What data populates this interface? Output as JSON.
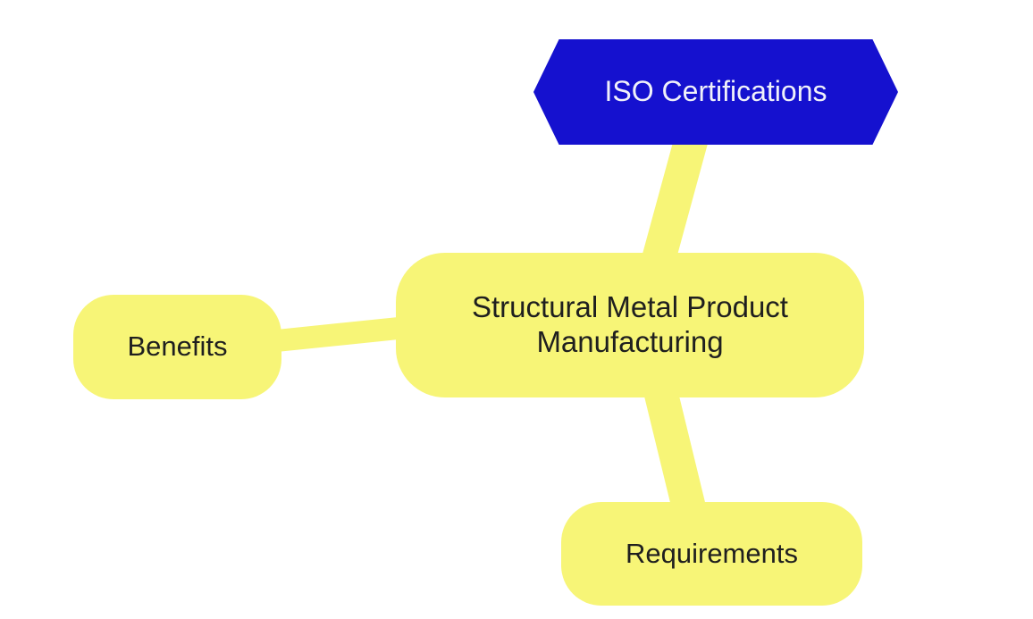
{
  "diagram": {
    "title": "Structural Metal Product Manufacturing mind map",
    "colors": {
      "background": "#ffffff",
      "node_yellow": "#f7f577",
      "connector_yellow": "#f7f577",
      "hexagon_blue": "#1511cf",
      "text_dark": "#1f1f1f",
      "text_light": "#f0f1fa"
    },
    "nodes": {
      "iso": {
        "label": "ISO Certifications",
        "shape": "hexagon"
      },
      "center": {
        "label": "Structural Metal Product Manufacturing",
        "shape": "rounded-rectangle"
      },
      "benefits": {
        "label": "Benefits",
        "shape": "rounded-rectangle"
      },
      "requirements": {
        "label": "Requirements",
        "shape": "rounded-rectangle"
      }
    },
    "edges": [
      {
        "from": "iso",
        "to": "center"
      },
      {
        "from": "benefits",
        "to": "center"
      },
      {
        "from": "center",
        "to": "requirements"
      }
    ]
  }
}
